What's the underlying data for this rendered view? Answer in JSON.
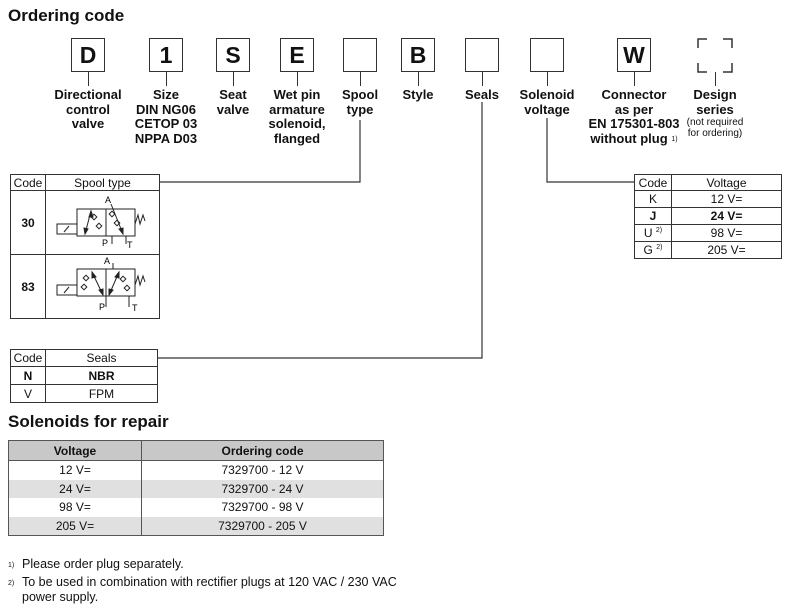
{
  "title": "Ordering code",
  "code_positions": [
    {
      "code": "D",
      "label_lines": [
        "Directional",
        "control",
        "valve"
      ]
    },
    {
      "code": "1",
      "label_lines": [
        "Size",
        "DIN NG06",
        "CETOP 03",
        "NPPA D03"
      ]
    },
    {
      "code": "S",
      "label_lines": [
        "Seat",
        "valve"
      ]
    },
    {
      "code": "E",
      "label_lines": [
        "Wet pin",
        "armature",
        "solenoid,",
        "flanged"
      ]
    },
    {
      "code": "",
      "label_lines": [
        "Spool",
        "type"
      ]
    },
    {
      "code": "B",
      "label_lines": [
        "Style"
      ]
    },
    {
      "code": "",
      "label_lines": [
        "Seals"
      ]
    },
    {
      "code": "",
      "label_lines": [
        "Solenoid",
        "voltage"
      ]
    },
    {
      "code": "W",
      "label_lines": [
        "Connector",
        "as per",
        "EN 175301-803",
        "without plug"
      ],
      "footnote": "1)"
    },
    {
      "code": "",
      "label_lines": [
        "Design",
        "series"
      ],
      "small_lines": [
        "(not required",
        "for ordering)"
      ],
      "dashed": true
    }
  ],
  "spool_table": {
    "headers": [
      "Code",
      "Spool type"
    ],
    "rows": [
      {
        "code": "30",
        "symbol": "valve-symbol-30",
        "ports": [
          "A",
          "P",
          "T"
        ]
      },
      {
        "code": "83",
        "symbol": "valve-symbol-83",
        "ports": [
          "A",
          "P",
          "T"
        ]
      }
    ]
  },
  "voltage_table": {
    "headers": [
      "Code",
      "Voltage"
    ],
    "rows": [
      {
        "code": "K",
        "value": "12 V=",
        "bold": false,
        "footnote": ""
      },
      {
        "code": "J",
        "value": "24 V=",
        "bold": true,
        "footnote": ""
      },
      {
        "code": "U",
        "value": "98 V=",
        "bold": false,
        "footnote": "2)"
      },
      {
        "code": "G",
        "value": "205 V=",
        "bold": false,
        "footnote": "2)"
      }
    ]
  },
  "seals_table": {
    "headers": [
      "Code",
      "Seals"
    ],
    "rows": [
      {
        "code": "N",
        "value": "NBR",
        "bold": true
      },
      {
        "code": "V",
        "value": "FPM",
        "bold": false
      }
    ]
  },
  "repair": {
    "title": "Solenoids for repair",
    "headers": [
      "Voltage",
      "Ordering code"
    ],
    "rows": [
      {
        "voltage": "12 V=",
        "code": "7329700 - 12 V"
      },
      {
        "voltage": "24 V=",
        "code": "7329700 - 24 V"
      },
      {
        "voltage": "98 V=",
        "code": "7329700 - 98 V"
      },
      {
        "voltage": "205 V=",
        "code": "7329700 - 205 V"
      }
    ]
  },
  "footnotes": [
    {
      "mark": "1)",
      "text": "Please order plug separately."
    },
    {
      "mark": "2)",
      "text": "To be used in combination with rectifier plugs at 120 VAC / 230 VAC",
      "text2": "power supply."
    }
  ]
}
